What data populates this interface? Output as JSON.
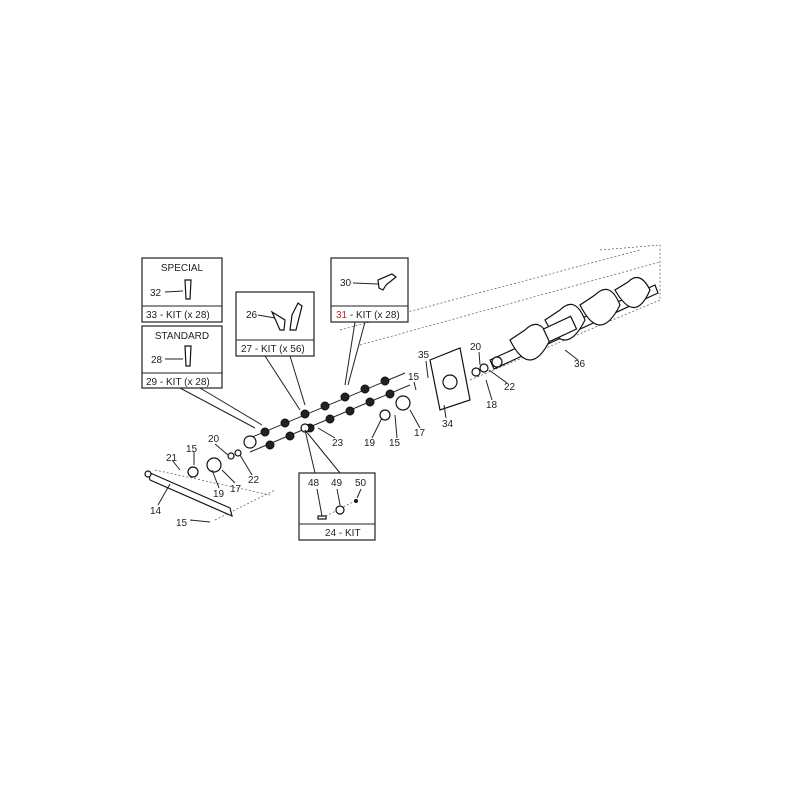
{
  "kits": {
    "special": {
      "heading": "SPECIAL",
      "part": "32",
      "kit_number": "33",
      "kit_label": "- KIT (x 28)"
    },
    "standard": {
      "heading": "STANDARD",
      "part": "28",
      "kit_number": "29",
      "kit_label": "- KIT (x 28)"
    },
    "kit27": {
      "part": "26",
      "kit_number": "27",
      "kit_label": "- KIT (x 56)"
    },
    "kit31": {
      "part": "30",
      "kit_number": "31",
      "kit_label": "- KIT (x 28)",
      "kit_number_color": "#c0282d"
    },
    "kit24": {
      "parts": [
        "48",
        "49",
        "50"
      ],
      "kit_number": "24",
      "kit_label": "- KIT"
    }
  },
  "callouts": {
    "c35": "35",
    "c15a": "15",
    "c20a": "20",
    "c22a": "22",
    "c18": "18",
    "c36": "36",
    "c34": "34",
    "c17a": "17",
    "c15b": "15",
    "c19a": "19",
    "c23": "23",
    "c20b": "20",
    "c22b": "22",
    "c21": "21",
    "c15c": "15",
    "c19b": "19",
    "c17b": "17",
    "c14": "14",
    "c15d": "15"
  }
}
